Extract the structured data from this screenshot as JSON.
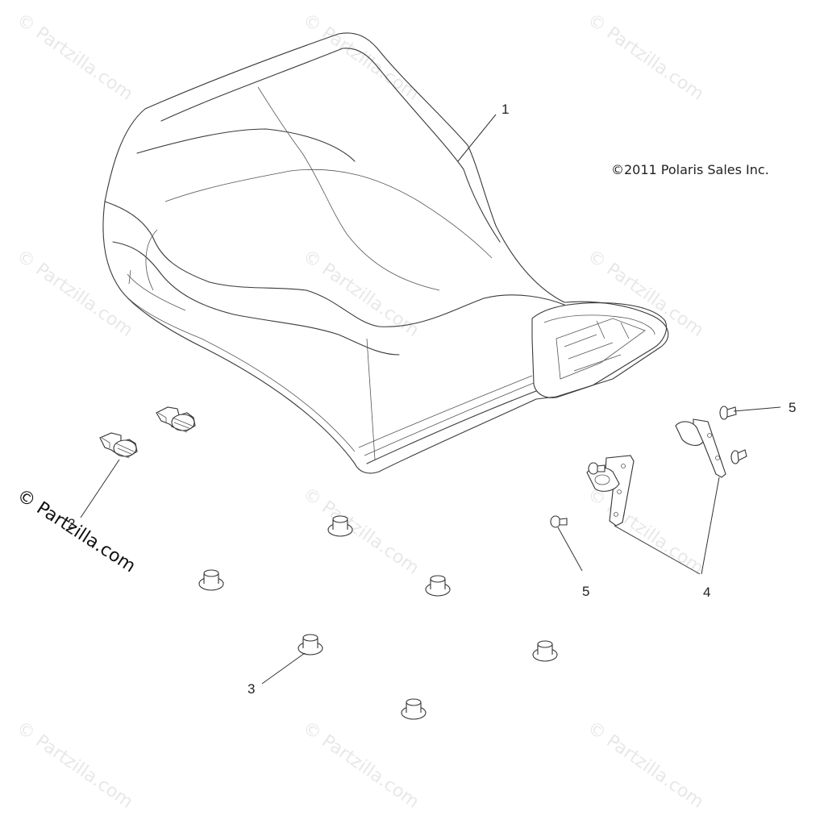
{
  "watermark_text": "© Partzilla.com",
  "main_watermark": "© Partzilla.com",
  "copyright": "©2011 Polaris Sales Inc.",
  "callouts": {
    "c1": "1",
    "c2": "2",
    "c3": "3",
    "c4": "4",
    "c5a": "5",
    "c5b": "5"
  }
}
